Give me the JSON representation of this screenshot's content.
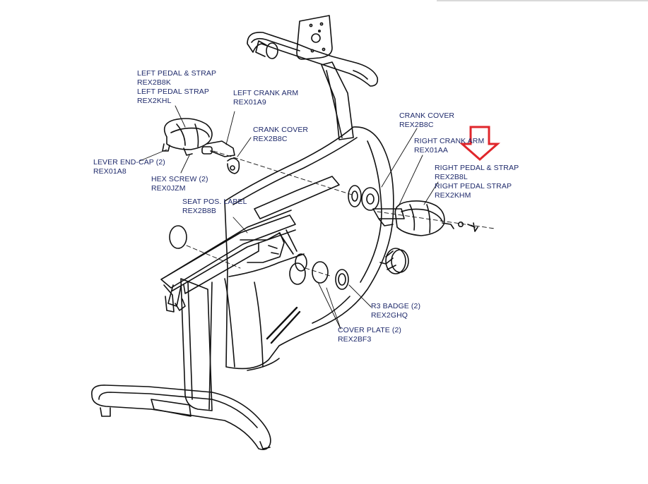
{
  "colors": {
    "label_text": "#1f2a6b",
    "line": "#111111",
    "highlight_arrow": "#e0262b",
    "background": "#ffffff"
  },
  "labels": {
    "left_pedal_strap_assy": {
      "name": "LEFT PEDAL & STRAP",
      "part": "REX2B8K"
    },
    "left_pedal_strap": {
      "name": "LEFT PEDAL STRAP",
      "part": "REX2KHL"
    },
    "left_crank_arm": {
      "name": "LEFT CRANK ARM",
      "part": "REX01A9"
    },
    "crank_cover_left": {
      "name": "CRANK COVER",
      "part": "REX2B8C"
    },
    "lever_end_cap": {
      "name": "LEVER END-CAP (2)",
      "part": "REX01A8"
    },
    "hex_screw": {
      "name": "HEX SCREW (2)",
      "part": "REX0JZM"
    },
    "seat_pos_label": {
      "name": "SEAT POS. LABEL",
      "part": "REX2B8B"
    },
    "crank_cover_right": {
      "name": "CRANK COVER",
      "part": "REX2B8C"
    },
    "right_crank_arm": {
      "name": "RIGHT CRANK ARM",
      "part": "REX01AA"
    },
    "right_pedal_strap_assy": {
      "name": "RIGHT PEDAL & STRAP",
      "part": "REX2B8L"
    },
    "right_pedal_strap": {
      "name": "RIGHT PEDAL STRAP",
      "part": "REX2KHM"
    },
    "r3_badge": {
      "name": "R3 BADGE (2)",
      "part": "REX2GHQ"
    },
    "cover_plate": {
      "name": "COVER PLATE (2)",
      "part": "REX2BF3"
    }
  },
  "highlight": {
    "icon": "down-arrow-icon",
    "points_to": "right_pedal_strap_assy"
  }
}
